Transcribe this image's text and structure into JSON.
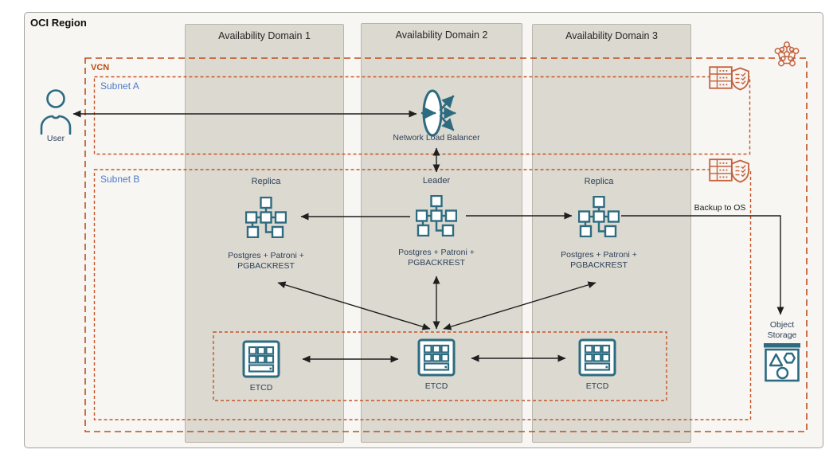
{
  "region": {
    "label": "OCI Region"
  },
  "availability_domains": [
    {
      "label": "Availability Domain 1"
    },
    {
      "label": "Availability Domain 2"
    },
    {
      "label": "Availability Domain 3"
    }
  ],
  "vcn": {
    "label": "VCN"
  },
  "subnets": [
    {
      "label": "Subnet A"
    },
    {
      "label": "Subnet B"
    }
  ],
  "user": {
    "label": "User"
  },
  "load_balancer": {
    "label": "Network Load Balancer"
  },
  "database_nodes": [
    {
      "role": "Replica",
      "stack_line1": "Postgres + Patroni +",
      "stack_line2": "PGBACKREST"
    },
    {
      "role": "Leader",
      "stack_line1": "Postgres + Patroni +",
      "stack_line2": "PGBACKREST"
    },
    {
      "role": "Replica",
      "stack_line1": "Postgres + Patroni +",
      "stack_line2": "PGBACKREST"
    }
  ],
  "etcd_nodes": [
    {
      "label": "ETCD"
    },
    {
      "label": "ETCD"
    },
    {
      "label": "ETCD"
    }
  ],
  "backup": {
    "label": "Backup to OS"
  },
  "object_storage": {
    "label_line1": "Object",
    "label_line2": "Storage"
  },
  "icons": {
    "user": "user-icon",
    "load_balancer": "network-load-balancer-icon",
    "database": "postgres-cluster-icon",
    "etcd": "etcd-server-icon",
    "object_storage": "object-storage-icon",
    "route_table": "route-table-icon",
    "security_list": "security-list-icon",
    "vcn_badge": "vcn-network-icon"
  },
  "colors": {
    "region_background": "#f7f6f3",
    "availability_domain_fill": "#dcd9d1",
    "vcn_dash": "#bf4e1d",
    "subnet_dash": "#c65427",
    "subnet_label": "#4d7dc6",
    "vcn_label": "#c04a10",
    "icon_teal": "#2d6b80",
    "icon_orange": "#c4613c",
    "arrow": "#1f1f1f",
    "node_label": "#2e4158"
  }
}
